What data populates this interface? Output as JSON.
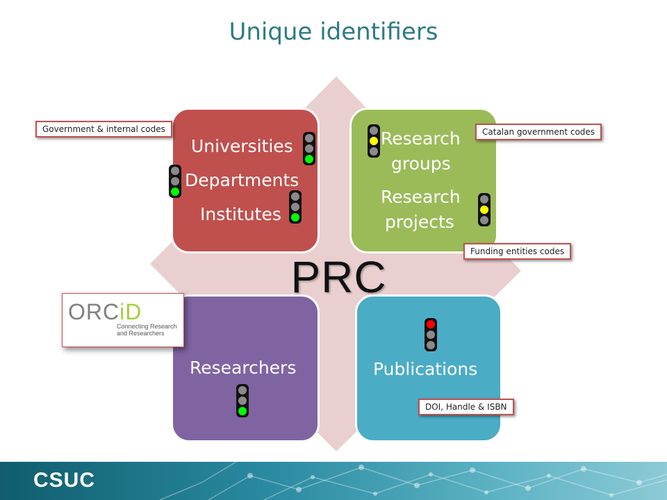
{
  "title": "Unique identifiers",
  "center_label": "PRC",
  "quadrants": {
    "top_left": {
      "lines": [
        "Universities",
        "Departments",
        "Institutes"
      ],
      "color": "#c0504d"
    },
    "top_right": {
      "lines": [
        "Research",
        "groups",
        "Research",
        "projects"
      ],
      "color": "#9bbb59"
    },
    "bottom_left": {
      "lines": [
        "Researchers"
      ],
      "color": "#8064a2"
    },
    "bottom_right": {
      "lines": [
        "Publications"
      ],
      "color": "#4bacc6"
    }
  },
  "callouts": {
    "government_internal": "Government & internal codes",
    "catalan_government": "Catalan government codes",
    "funding_entities": "Funding entities codes",
    "doi_handle_isbn": "DOI, Handle & ISBN"
  },
  "orcid": {
    "name_prefix": "ORC",
    "name_suffix": "iD",
    "tagline_1": "Connecting Research",
    "tagline_2": "and Researchers"
  },
  "footer": {
    "logo": "CSUC"
  },
  "colors": {
    "title": "#2f7a86",
    "diamond": "#e9cfd0",
    "light_green": "#00ff00",
    "light_yellow": "#ffff00",
    "light_red": "#ff0000",
    "light_off": "#8a8a8a"
  }
}
